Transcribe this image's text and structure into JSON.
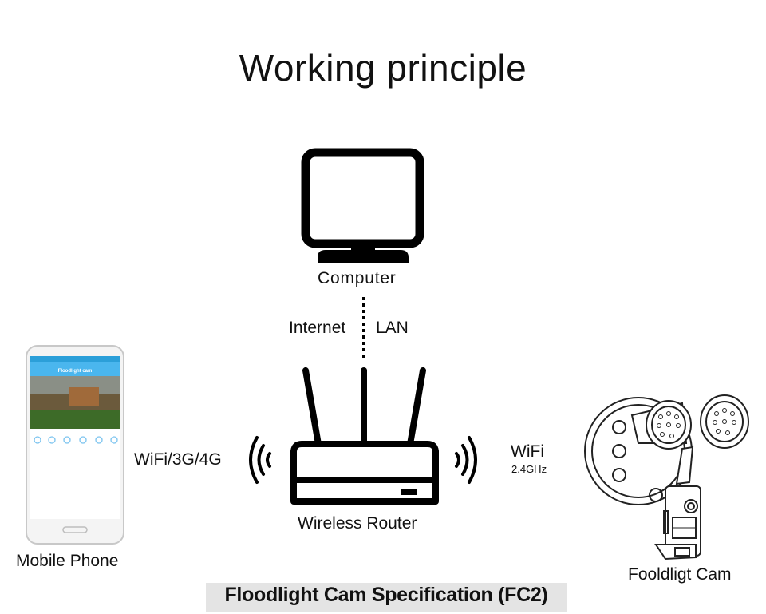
{
  "title": "Working principle",
  "nodes": {
    "computer": "Computer",
    "router": "Wireless Router",
    "phone": "Mobile Phone",
    "camera": "Fooldligt Cam"
  },
  "links": {
    "internet": "Internet",
    "lan": "LAN",
    "phone_link": "WiFi/3G/4G",
    "cam_link": "WiFi",
    "cam_band": "2.4GHz"
  },
  "phone_screen": {
    "app_title": "Floodlight cam"
  },
  "footer": "Floodlight Cam Specification (FC2)"
}
